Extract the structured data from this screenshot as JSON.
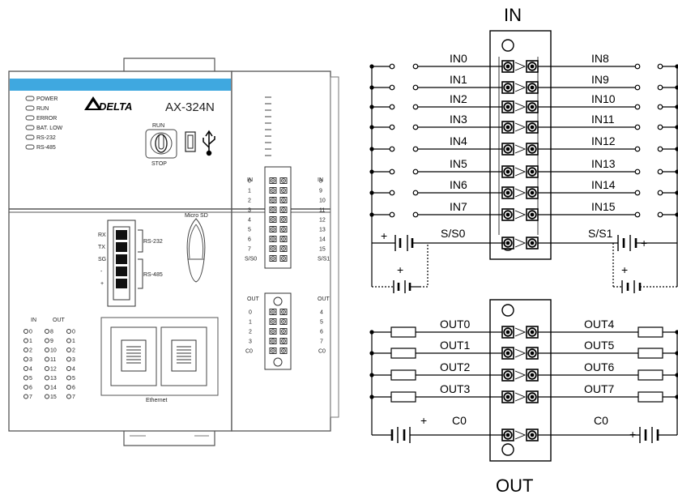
{
  "device": {
    "brand": "DELTA",
    "model": "AX-324N",
    "leds": [
      "POWER",
      "RUN",
      "ERROR",
      "BAT. LOW",
      "RS-232",
      "RS-485"
    ],
    "switch_top": "RUN",
    "switch_bottom": "STOP",
    "sd_label": "Micro SD",
    "serial_pins": [
      "RX",
      "TX",
      "SG",
      "-",
      "+"
    ],
    "serial_ports": [
      "RS-232",
      "RS-485"
    ],
    "io_header": {
      "in": "IN",
      "out": "OUT"
    },
    "io_left": [
      "0",
      "1",
      "2",
      "3",
      "4",
      "5",
      "6",
      "7"
    ],
    "io_mid": [
      "8",
      "9",
      "10",
      "11",
      "12",
      "13",
      "14",
      "15"
    ],
    "io_right": [
      "0",
      "1",
      "2",
      "3",
      "4",
      "5",
      "6",
      "7"
    ],
    "ethernet_label": "Ethernet",
    "small_in_header": "IN",
    "small_in_left": [
      "0",
      "1",
      "2",
      "3",
      "4",
      "5",
      "6",
      "7",
      "S/S0"
    ],
    "small_in_right": [
      "8",
      "9",
      "10",
      "11",
      "12",
      "13",
      "14",
      "15",
      "S/S1"
    ],
    "small_out_header": "OUT",
    "small_out_left": [
      "0",
      "1",
      "2",
      "3",
      "C0"
    ],
    "small_out_right": [
      "4",
      "5",
      "6",
      "7",
      "C0"
    ]
  },
  "wiring": {
    "in_title": "IN",
    "out_title": "OUT",
    "in_left": [
      "IN0",
      "IN1",
      "IN2",
      "IN3",
      "IN4",
      "IN5",
      "IN6",
      "IN7",
      "S/S0"
    ],
    "in_right": [
      "IN8",
      "IN9",
      "IN10",
      "IN11",
      "IN12",
      "IN13",
      "IN14",
      "IN15",
      "S/S1"
    ],
    "out_left": [
      "OUT0",
      "OUT1",
      "OUT2",
      "OUT3",
      "C0"
    ],
    "out_right": [
      "OUT4",
      "OUT5",
      "OUT6",
      "OUT7",
      "C0"
    ],
    "plus": "+",
    "minus": "-"
  }
}
